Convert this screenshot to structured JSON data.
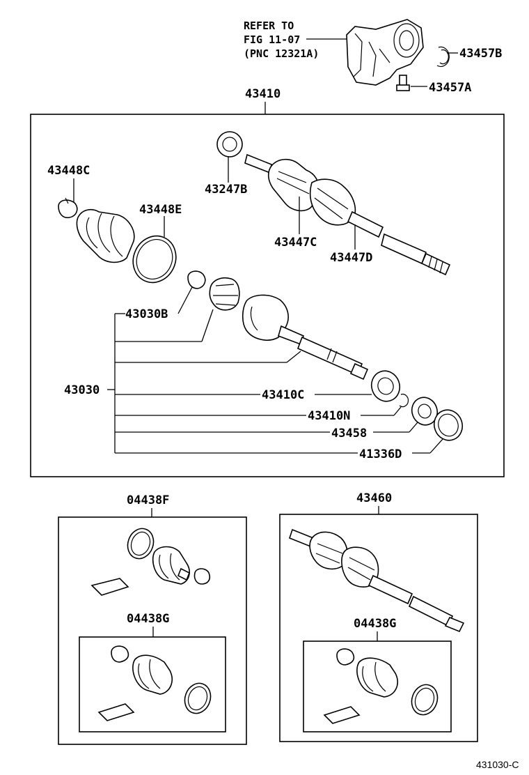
{
  "reference_note": {
    "line1": "REFER TO",
    "line2": "FIG 11-07",
    "line3": "(PNC 12321A)"
  },
  "callouts": {
    "p43457B": "43457B",
    "p43457A": "43457A",
    "p43410": "43410",
    "p43448C": "43448C",
    "p43247B": "43247B",
    "p43448E": "43448E",
    "p43447C": "43447C",
    "p43447D": "43447D",
    "p43030B": "43030B",
    "p43030": "43030",
    "p43410C": "43410C",
    "p43410N": "43410N",
    "p43458": "43458",
    "p41336D": "41336D",
    "p04438F": "04438F",
    "p04438G_left": "04438G",
    "p43460": "43460",
    "p04438G_right": "04438G"
  },
  "figure_code": "431030-C"
}
